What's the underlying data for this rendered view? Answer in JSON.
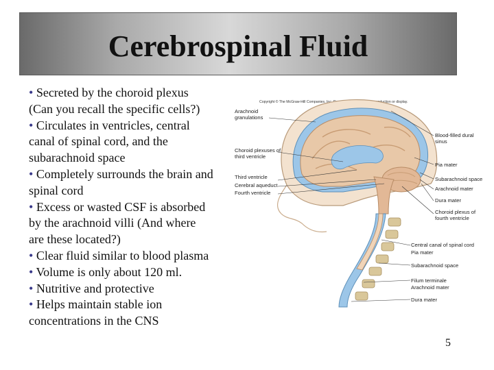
{
  "slide": {
    "title": "Cerebrospinal Fluid",
    "page_number": "5",
    "bullets": [
      {
        "lines": [
          "Secreted by the choroid plexus",
          "(Can you recall the specific cells?)"
        ]
      },
      {
        "lines": [
          "Circulates in ventricles, central",
          "canal of spinal cord, and the",
          "subarachnoid space"
        ]
      },
      {
        "lines": [
          "Completely surrounds the brain and",
          "spinal cord"
        ]
      },
      {
        "lines": [
          "Excess or wasted CSF is absorbed",
          "by the arachnoid villi (And where",
          "are these located?)"
        ]
      },
      {
        "lines": [
          "Clear fluid similar to blood plasma"
        ]
      },
      {
        "lines": [
          "Volume is only about 120 ml."
        ]
      },
      {
        "lines": [
          "Nutritive and protective"
        ]
      },
      {
        "lines": [
          "Helps maintain stable ion",
          "concentrations in the CNS"
        ]
      }
    ],
    "bullet_symbol": "•"
  },
  "figure": {
    "copyright": "Copyright © The McGraw-Hill Companies, Inc. Permission required for reproduction or display.",
    "labels": {
      "arachnoid_granulations": "Arachnoid granulations",
      "choroid_plexuses": "Choroid plexuses of third ventricle",
      "third_ventricle": "Third ventricle",
      "cerebral_aqueduct": "Cerebral aqueduct",
      "fourth_ventricle": "Fourth ventricle",
      "blood_filled_sinus": "Blood-filled dural sinus",
      "pia_mater_1": "Pia mater",
      "subarachnoid_space_1": "Subarachnoid space",
      "arachnoid_mater_1": "Arachnoid mater",
      "dura_mater_1": "Dura mater",
      "choroid_plexus_fourth": "Choroid plexus of fourth ventricle",
      "central_canal": "Central canal of spinal cord",
      "pia_mater_2": "Pia mater",
      "subarachnoid_space_2": "Subarachnoid space",
      "filum_terminale": "Filum terminale",
      "arachnoid_mater_2": "Arachnoid mater",
      "dura_mater_2": "Dura mater"
    }
  },
  "colors": {
    "title_bar_dark": "#6a6a6a",
    "title_bar_light": "#d8d8d8",
    "bullet_dot": "#3a3a8a",
    "csf_blue": "#9cc6e8",
    "brain_tan": "#e8c8a8",
    "spine_bone": "#d9c79a"
  }
}
